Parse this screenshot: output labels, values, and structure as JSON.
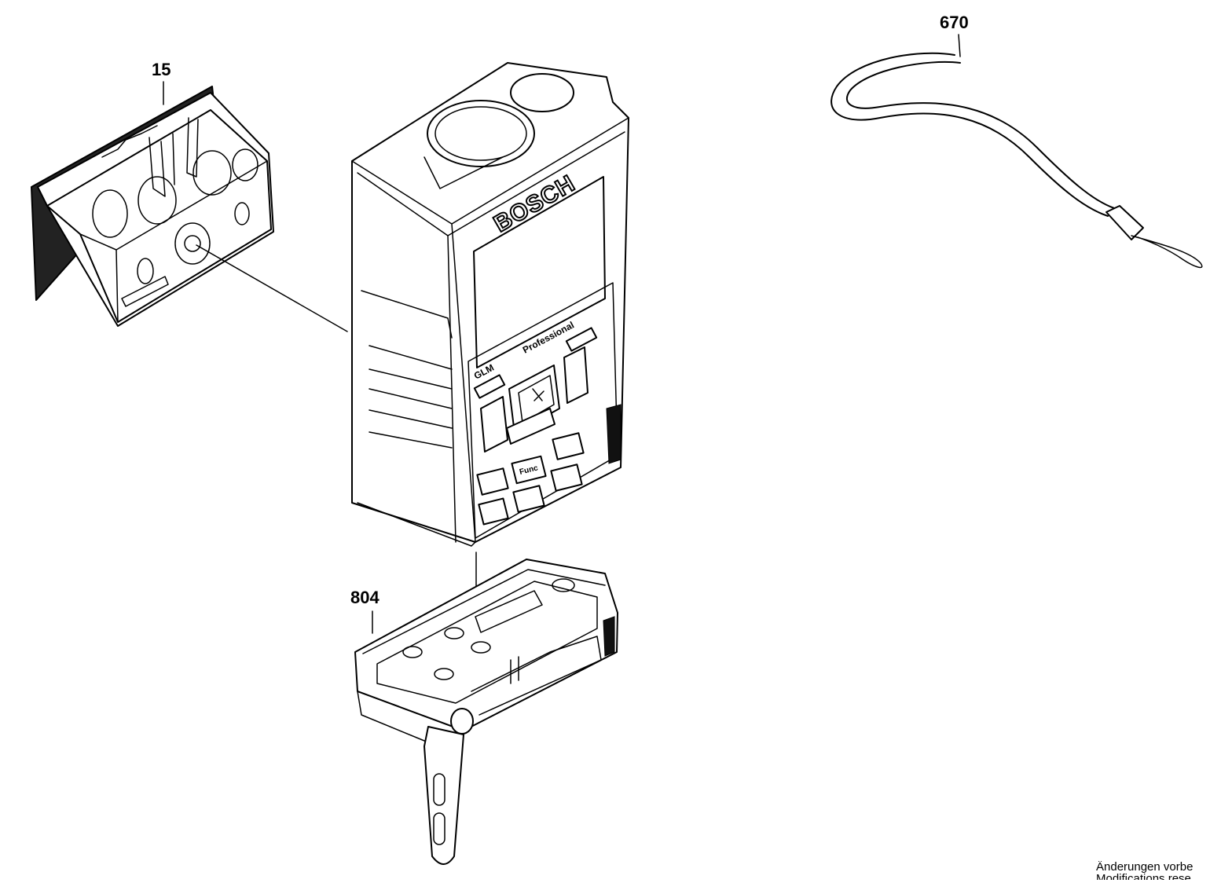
{
  "diagram": {
    "callouts": [
      {
        "id": "15",
        "label": "15"
      },
      {
        "id": "670",
        "label": "670"
      },
      {
        "id": "804",
        "label": "804"
      }
    ],
    "device": {
      "brand": "BOSCH",
      "series": "Professional",
      "model_prefix": "GLM",
      "func_key": "Func"
    },
    "footer": {
      "line1": "Änderungen vorbe",
      "line2": "Modifications rese"
    }
  }
}
